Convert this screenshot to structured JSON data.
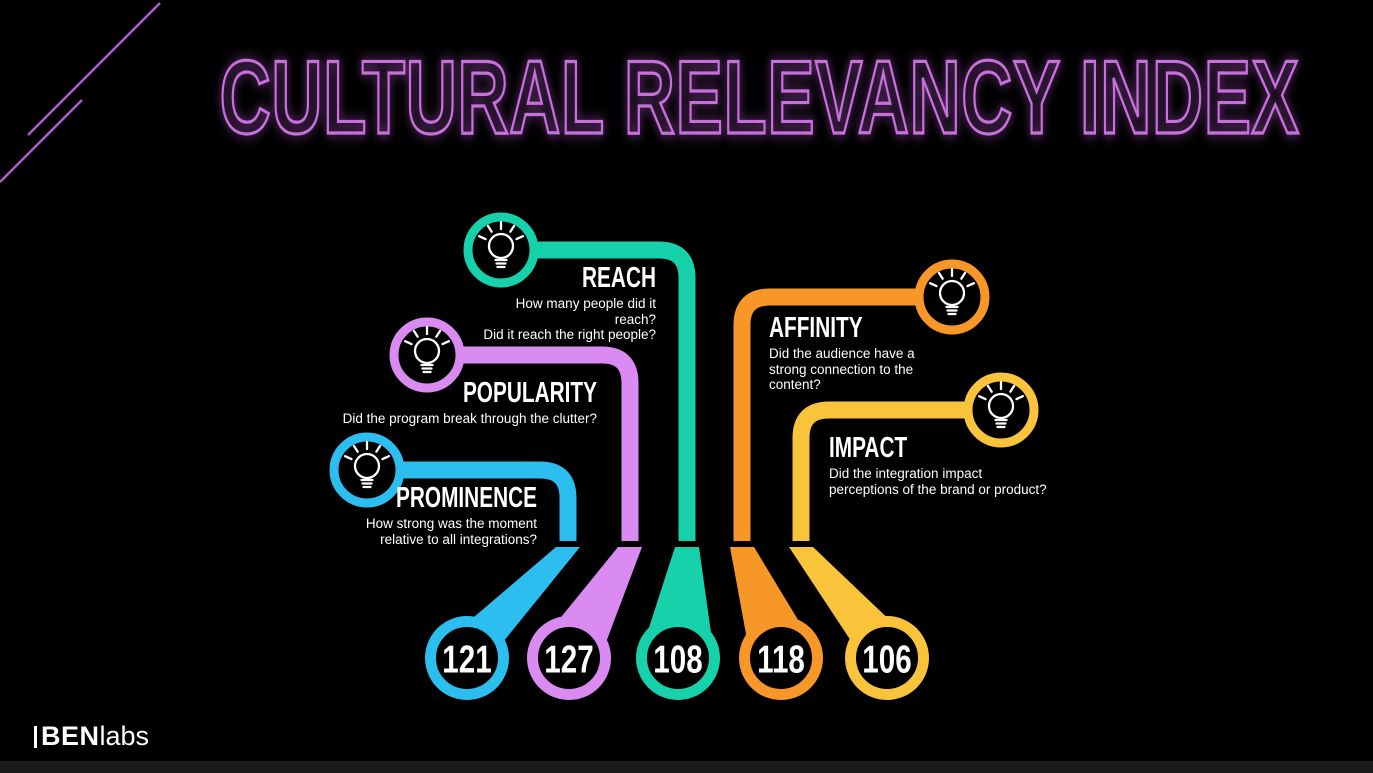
{
  "title": "CULTURAL RELEVANCY INDEX",
  "logo": {
    "bold": "BEN",
    "light": "labs"
  },
  "colors": {
    "background": "#000000",
    "title_outline": "#C76FDB",
    "corner_line": "#AC5ED0",
    "text": "#FFFFFF",
    "bottom_strip": "#1A1A1A"
  },
  "metrics": [
    {
      "id": "prominence",
      "title": "PROMINENCE",
      "desc_lines": [
        "How strong was the moment",
        "relative to all integrations?"
      ],
      "score": "121",
      "color": "#2CBEEE"
    },
    {
      "id": "popularity",
      "title": "POPULARITY",
      "desc_lines": [
        "Did the program break through the clutter?"
      ],
      "score": "127",
      "color": "#D98BF2"
    },
    {
      "id": "reach",
      "title": "REACH",
      "desc_lines": [
        "How many people did it",
        "reach?",
        "Did it reach the right people?"
      ],
      "score": "108",
      "color": "#16D1A9"
    },
    {
      "id": "affinity",
      "title": "AFFINITY",
      "desc_lines": [
        "Did the audience have a",
        "strong connection to the",
        "content?"
      ],
      "score": "118",
      "color": "#F79727"
    },
    {
      "id": "impact",
      "title": "IMPACT",
      "desc_lines": [
        "Did the integration impact",
        "perceptions of the brand or product?"
      ],
      "score": "106",
      "color": "#F9C33B"
    }
  ]
}
